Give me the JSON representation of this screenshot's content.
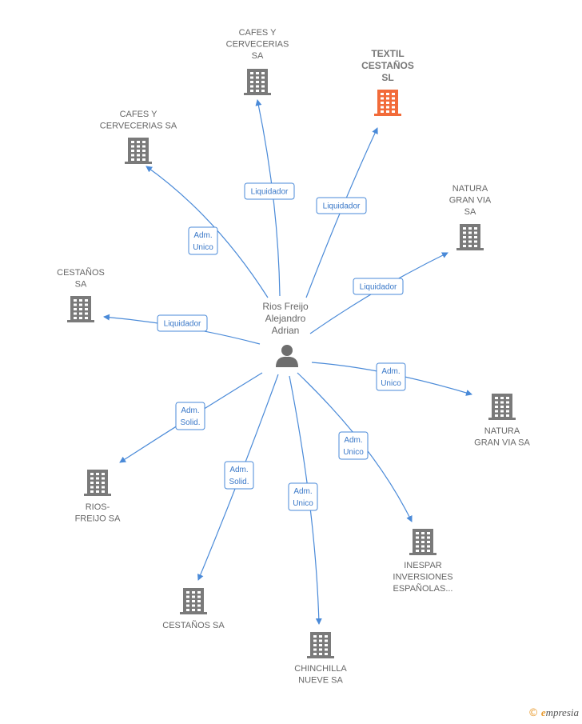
{
  "center": {
    "name": [
      "Rios Freijo",
      "Alejandro",
      "Adrian"
    ],
    "icon": "person-icon"
  },
  "colors": {
    "node": "#7a7a7a",
    "highlight": "#f26b3a",
    "edge": "#4a8ad8"
  },
  "nodes": [
    {
      "id": "cafes1",
      "label": [
        "CAFES Y",
        "CERVECERIAS",
        "SA"
      ],
      "role": "Liquidador",
      "highlight": false
    },
    {
      "id": "textil",
      "label": [
        "TEXTIL",
        "CESTAÑOS",
        "SL"
      ],
      "role": "Liquidador",
      "highlight": true
    },
    {
      "id": "cafes2",
      "label": [
        "CAFES Y",
        "CERVECERIAS SA"
      ],
      "role": [
        "Adm.",
        "Unico"
      ],
      "highlight": false
    },
    {
      "id": "natura1",
      "label": [
        "NATURA",
        "GRAN VIA",
        "SA"
      ],
      "role": "Liquidador",
      "highlight": false
    },
    {
      "id": "cestanos1",
      "label": [
        "CESTAÑOS",
        "SA"
      ],
      "role": "Liquidador",
      "highlight": false
    },
    {
      "id": "natura2",
      "label": [
        "NATURA",
        "GRAN VIA SA"
      ],
      "role": [
        "Adm.",
        "Unico"
      ],
      "highlight": false
    },
    {
      "id": "rios",
      "label": [
        "RIOS-",
        "FREIJO SA"
      ],
      "role": [
        "Adm.",
        "Solid."
      ],
      "highlight": false
    },
    {
      "id": "inespar",
      "label": [
        "INESPAR",
        "INVERSIONES",
        "ESPAÑOLAS..."
      ],
      "role": [
        "Adm.",
        "Unico"
      ],
      "highlight": false
    },
    {
      "id": "cestanos2",
      "label": [
        "CESTAÑOS SA"
      ],
      "role": [
        "Adm.",
        "Solid."
      ],
      "highlight": false
    },
    {
      "id": "chinchilla",
      "label": [
        "CHINCHILLA",
        "NUEVE SA"
      ],
      "role": [
        "Adm.",
        "Unico"
      ],
      "highlight": false
    }
  ],
  "brand": {
    "copyright": "©",
    "initial": "e",
    "name": "mpresia"
  }
}
